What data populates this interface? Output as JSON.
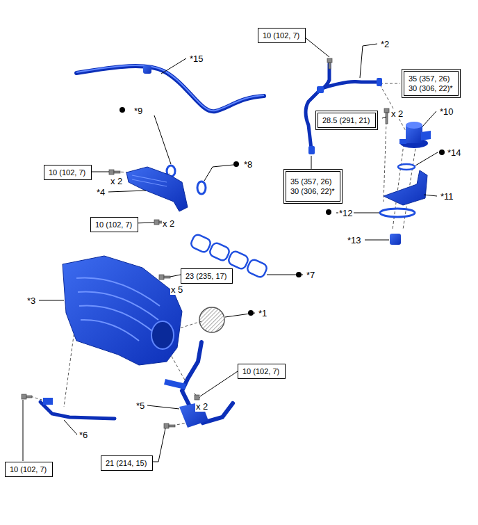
{
  "diagram": {
    "nodes": [
      {
        "text": [
          "10 (102, 7)"
        ]
      },
      {
        "text": [
          "35 (357, 26)",
          "30 (306, 22)*"
        ]
      },
      {
        "text": [
          "28.5 (291, 21)"
        ]
      },
      {
        "text": [
          "10 (102, 7)"
        ]
      },
      {
        "text": [
          "35 (357, 26)",
          "30 (306, 22)*"
        ]
      },
      {
        "text": [
          "10 (102, 7)"
        ]
      },
      {
        "text": [
          "23 (235, 17)"
        ]
      },
      {
        "text": [
          "10 (102, 7)"
        ]
      },
      {
        "text": [
          "21 (214, 15)"
        ]
      },
      {
        "text": [
          "10 (102, 7)"
        ]
      }
    ],
    "labels": [
      "*2",
      "*15",
      "*9",
      "x 2",
      "*10",
      "*14",
      "*8",
      "x 2",
      "*4",
      "*11",
      "*12",
      "x 2",
      "*13",
      "*7",
      "x 5",
      "*3",
      "*1",
      "*5",
      "x 2",
      "*6"
    ]
  }
}
